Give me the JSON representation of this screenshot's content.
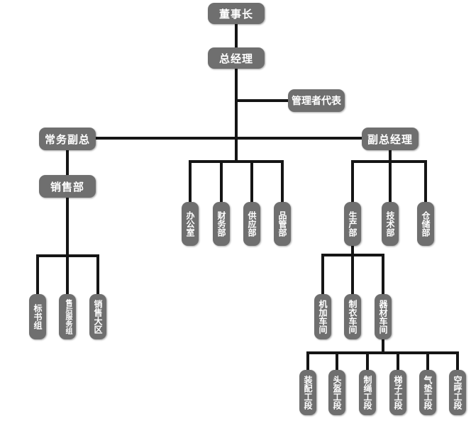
{
  "org_chart": {
    "chairman": "董事长",
    "general_manager": "总经理",
    "management_rep": "管理者代表",
    "deputy_gm_routine": "常务副总",
    "deputy_gm": "副总经理",
    "sales_dept": "销售部",
    "office": "办公室",
    "finance": "财务部",
    "supply": "供应部",
    "quality": "品管部",
    "production": "生产部",
    "technology": "技术部",
    "warehouse": "仓储部",
    "bidding_group": "标书组",
    "after_sales_group": "售后服务组",
    "sales_region": "销售大区",
    "machining_workshop": "机加车间",
    "clothing_workshop": "制衣车间",
    "equipment_workshop": "器材车间",
    "assembly_section": "装配工段",
    "helmet_section": "头盔工段",
    "rope_section": "制绳工段",
    "ladder_section": "梯子工段",
    "airbag_section": "气垫工段",
    "breathing_section": "空呼工段"
  }
}
